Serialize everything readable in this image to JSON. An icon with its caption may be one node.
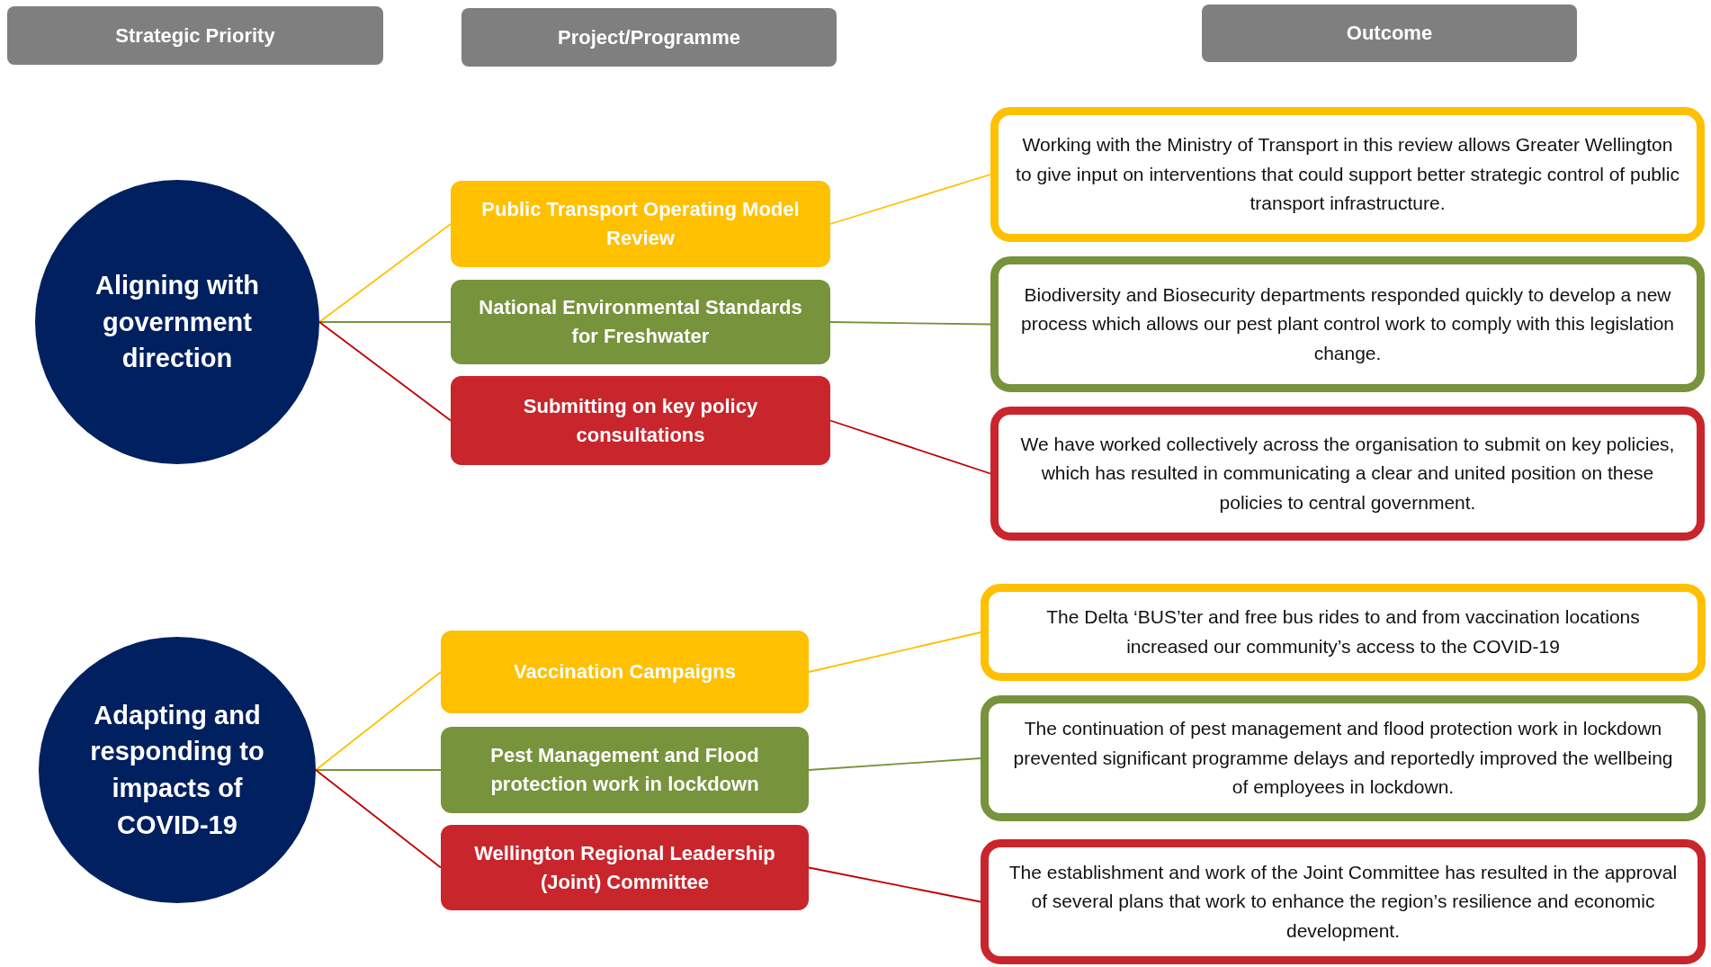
{
  "diagram": {
    "nodes": [
      {
        "text": [
          "Strategic Priority"
        ]
      },
      {
        "text": [
          "Project/Programme"
        ]
      },
      {
        "text": [
          "Outcome"
        ]
      },
      {
        "text": [
          "Aligning with government direction"
        ]
      },
      {
        "text": [
          "Public Transport Operating Model Review"
        ]
      },
      {
        "text": [
          "National Environmental Standards for Freshwater"
        ]
      },
      {
        "text": [
          "Submitting on key policy consultations"
        ]
      },
      {
        "text": [
          "Working with the Ministry of Transport in this review allows Greater Wellington to give input on interventions that could support better strategic control of public transport infrastructure."
        ]
      },
      {
        "text": [
          "Biodiversity and Biosecurity departments responded quickly to develop a new process which allows our pest plant control work to comply with this legislation change."
        ]
      },
      {
        "text": [
          "We have worked collectively across the organisation to submit on key policies, which has resulted in communicating a clear and united position on these policies to central government."
        ]
      },
      {
        "text": [
          "Adapting and responding to impacts of COVID-19"
        ]
      },
      {
        "text": [
          "Vaccination Campaigns"
        ]
      },
      {
        "text": [
          "Pest Management and Flood protection work in lockdown"
        ]
      },
      {
        "text": [
          "Wellington Regional Leadership (Joint) Committee"
        ]
      },
      {
        "text": [
          "The Delta ‘BUS’ter and free bus rides to and from vaccination locations increased our community’s access to the COVID-19"
        ]
      },
      {
        "text": [
          "The continuation of pest management and flood protection work in lockdown prevented significant programme delays and reportedly improved the wellbeing of employees in lockdown."
        ]
      },
      {
        "text": [
          "The establishment and work of the Joint Committee has resulted in the approval of several plans that work to enhance the region’s resilience and economic development."
        ]
      }
    ],
    "edges": [
      {
        "from": 3,
        "to": 4,
        "arrow": "none",
        "color": "#ffc000"
      },
      {
        "from": 3,
        "to": 5,
        "arrow": "none",
        "color": "#77933c"
      },
      {
        "from": 3,
        "to": 6,
        "arrow": "none",
        "color": "#c00000"
      },
      {
        "from": 4,
        "to": 7,
        "arrow": "none",
        "color": "#ffc000"
      },
      {
        "from": 5,
        "to": 8,
        "arrow": "none",
        "color": "#77933c"
      },
      {
        "from": 6,
        "to": 9,
        "arrow": "none",
        "color": "#c00000"
      },
      {
        "from": 10,
        "to": 11,
        "arrow": "none",
        "color": "#ffc000"
      },
      {
        "from": 10,
        "to": 12,
        "arrow": "none",
        "color": "#77933c"
      },
      {
        "from": 10,
        "to": 13,
        "arrow": "none",
        "color": "#c00000"
      },
      {
        "from": 11,
        "to": 14,
        "arrow": "none",
        "color": "#ffc000"
      },
      {
        "from": 12,
        "to": 15,
        "arrow": "none",
        "color": "#77933c"
      },
      {
        "from": 13,
        "to": 16,
        "arrow": "none",
        "color": "#c00000"
      }
    ]
  }
}
